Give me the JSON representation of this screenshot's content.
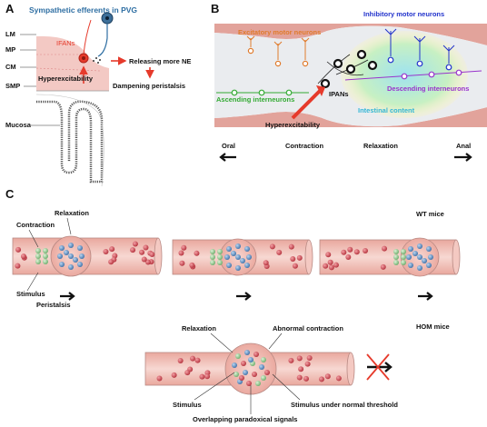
{
  "panels": {
    "a": "A",
    "b": "B",
    "c": "C"
  },
  "panel_a": {
    "title": "Sympathetic efferents in PVG",
    "layers": [
      "LM",
      "MP",
      "CM",
      "SMP",
      "Mucosa"
    ],
    "ifans": "IFANs",
    "releasing": "Releasing more NE",
    "hyperexcitability": "Hyperexcitability",
    "dampening": "Dampening peristalsis",
    "colors": {
      "blue": "#2f6fa3",
      "red": "#e63a2b",
      "muscle": "#f3c9c4"
    }
  },
  "panel_b": {
    "excitatory": "Excitatory motor neurons",
    "inhibitory": "Inhibitory motor neurons",
    "ascending": "Ascending interneurons",
    "descending": "Descending interneurons",
    "ipans": "IPANs",
    "content": "Intestinal content",
    "hyperexcitability": "Hyperexcitability",
    "oral": "Oral",
    "contraction": "Contraction",
    "relaxation": "Relaxation",
    "anal": "Anal",
    "colors": {
      "excitatory": "#e07b2c",
      "inhibitory": "#2233cc",
      "ascending": "#33aa33",
      "descending": "#9933cc",
      "content": "#33b6d6"
    }
  },
  "panel_c": {
    "relaxation": "Relaxation",
    "contraction": "Contraction",
    "stimulus": "Stimulus",
    "peristalsis": "Peristalsis",
    "wt": "WT mice",
    "hom": "HOM mice",
    "relaxation2": "Relaxation",
    "abnormal": "Abnormal contraction",
    "stimulus2": "Stimulus",
    "overlapping": "Overlapping paradoxical signals",
    "under_threshold": "Stimulus under normal threshold",
    "colors": {
      "tube": "#f2c6bf",
      "red_dot": "#c8404a",
      "blue_dot": "#4a7fb8",
      "green_dot": "#7fc07f"
    }
  }
}
